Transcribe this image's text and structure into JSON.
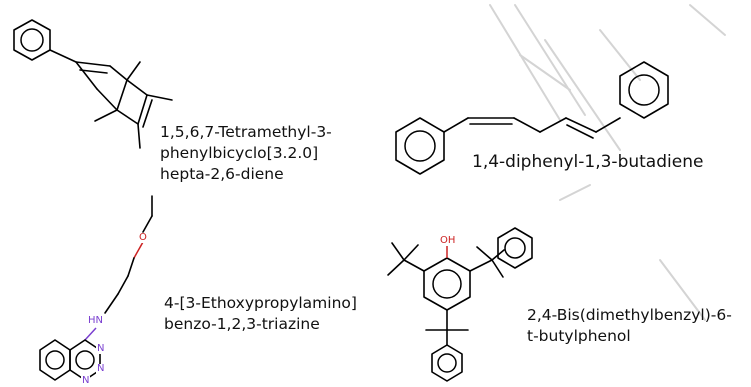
{
  "molecules": [
    {
      "caption_lines": [
        "1,5,6,7-Tetramethyl-3-",
        "phenylbicyclo[3.2.0]",
        "hepta-2,6-diene"
      ]
    },
    {
      "caption_lines": [
        "1,4-diphenyl-1,3-butadiene"
      ]
    },
    {
      "caption_lines": [
        "4-[3-Ethoxypropylamino]",
        "benzo-1,2,3-triazine"
      ],
      "atoms": {
        "oxygen": "O",
        "amine": "HN",
        "n1": "N",
        "n2": "N",
        "n3": "N"
      }
    },
    {
      "caption_lines": [
        "2,4-Bis(dimethylbenzyl)-6-",
        "t-butylphenol"
      ],
      "atoms": {
        "hydroxyl": "OH"
      }
    }
  ],
  "colors": {
    "bond": "#000000",
    "oxygen": "#cc2222",
    "nitrogen": "#7a3fd0",
    "watermark": "#d4d4d4"
  }
}
